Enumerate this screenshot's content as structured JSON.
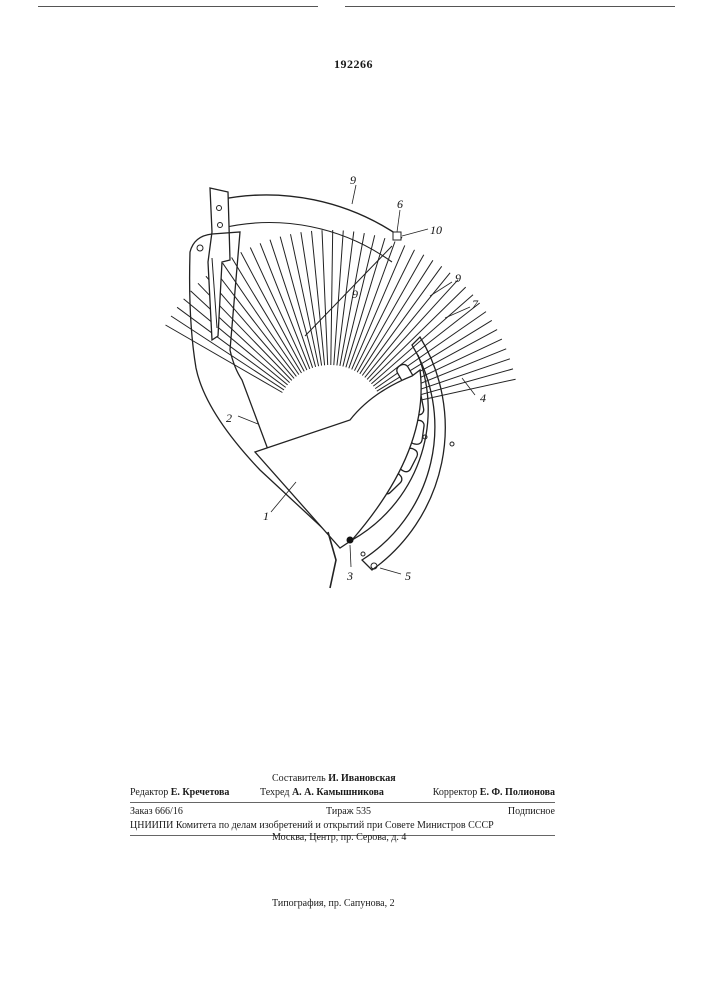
{
  "document": {
    "patent_number": "192266"
  },
  "figure": {
    "labels": [
      "1",
      "2",
      "3",
      "4",
      "5",
      "6",
      "7",
      "8",
      "9",
      "9",
      "10"
    ]
  },
  "imprint": {
    "compiler_role": "Составитель",
    "compiler_name": "И. Ивановская",
    "editor_role": "Редактор",
    "editor_name": "Е. Кречетова",
    "techred_role": "Техред",
    "techred_name": "А. А. Камышникова",
    "corrector_role": "Корректор",
    "corrector_name": "Е. Ф. Полионова",
    "order": "Заказ 666/16",
    "circulation": "Тираж 535",
    "subscription": "Подписное",
    "institute": "ЦНИИПИ Комитета по делам изобретений и открытий при Совете Министров СССР",
    "address": "Москва, Центр, пр. Серова, д. 4",
    "printing": "Типография, пр. Сапунова, 2"
  }
}
